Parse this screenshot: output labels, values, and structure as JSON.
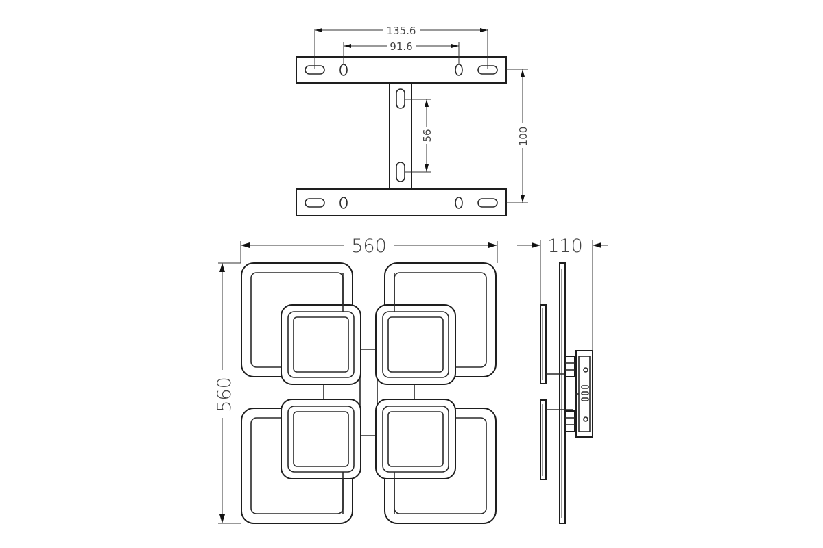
{
  "bracket": {
    "dim_outer_holes": "135.6",
    "dim_inner_holes": "91.6",
    "dim_slot_spacing": "56",
    "dim_height": "100"
  },
  "front_view": {
    "dim_width": "560",
    "dim_height": "560"
  },
  "side_view": {
    "dim_depth": "110"
  }
}
